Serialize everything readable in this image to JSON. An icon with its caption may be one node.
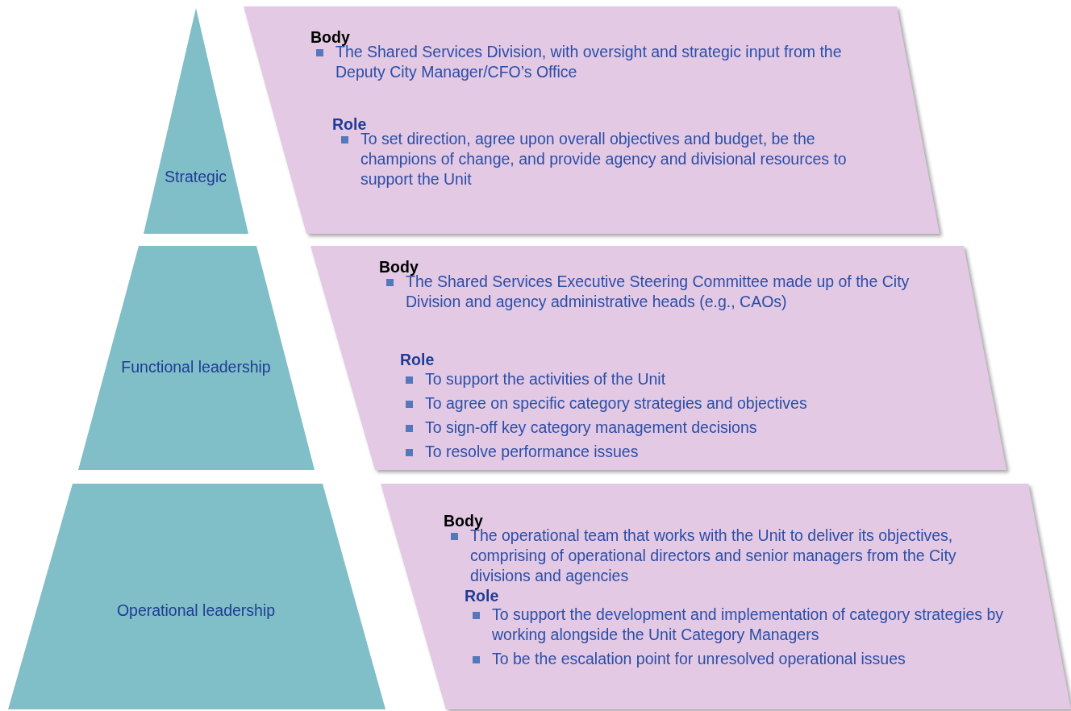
{
  "diagram": {
    "nodes": [
      {
        "text": [
          "Strategic"
        ]
      },
      {
        "text": [
          "Body",
          "The Shared Services Division, with oversight and strategic input from the Deputy City Manager/CFO’s Office",
          "Role",
          "To set direction, agree upon overall objectives and budget, be the champions of change, and provide agency and divisional resources to support the Unit"
        ]
      },
      {
        "text": [
          "Functional leadership"
        ]
      },
      {
        "text": [
          "Body",
          "The Shared Services Executive Steering Committee made up of the City Division and agency administrative heads (e.g., CAOs)",
          "Role",
          "To support the activities of the Unit",
          "To agree on specific category strategies and objectives",
          "To sign-off key category management decisions",
          "To resolve performance issues"
        ]
      },
      {
        "text": [
          "Operational leadership"
        ]
      },
      {
        "text": [
          "Body",
          "The operational team that works with the Unit to deliver its objectives, comprising of operational directors and senior managers from the City divisions and agencies",
          "Role",
          "To support the development and implementation of category strategies by working alongside the Unit Category Managers",
          "To be the escalation point for unresolved operational issues"
        ]
      }
    ]
  }
}
